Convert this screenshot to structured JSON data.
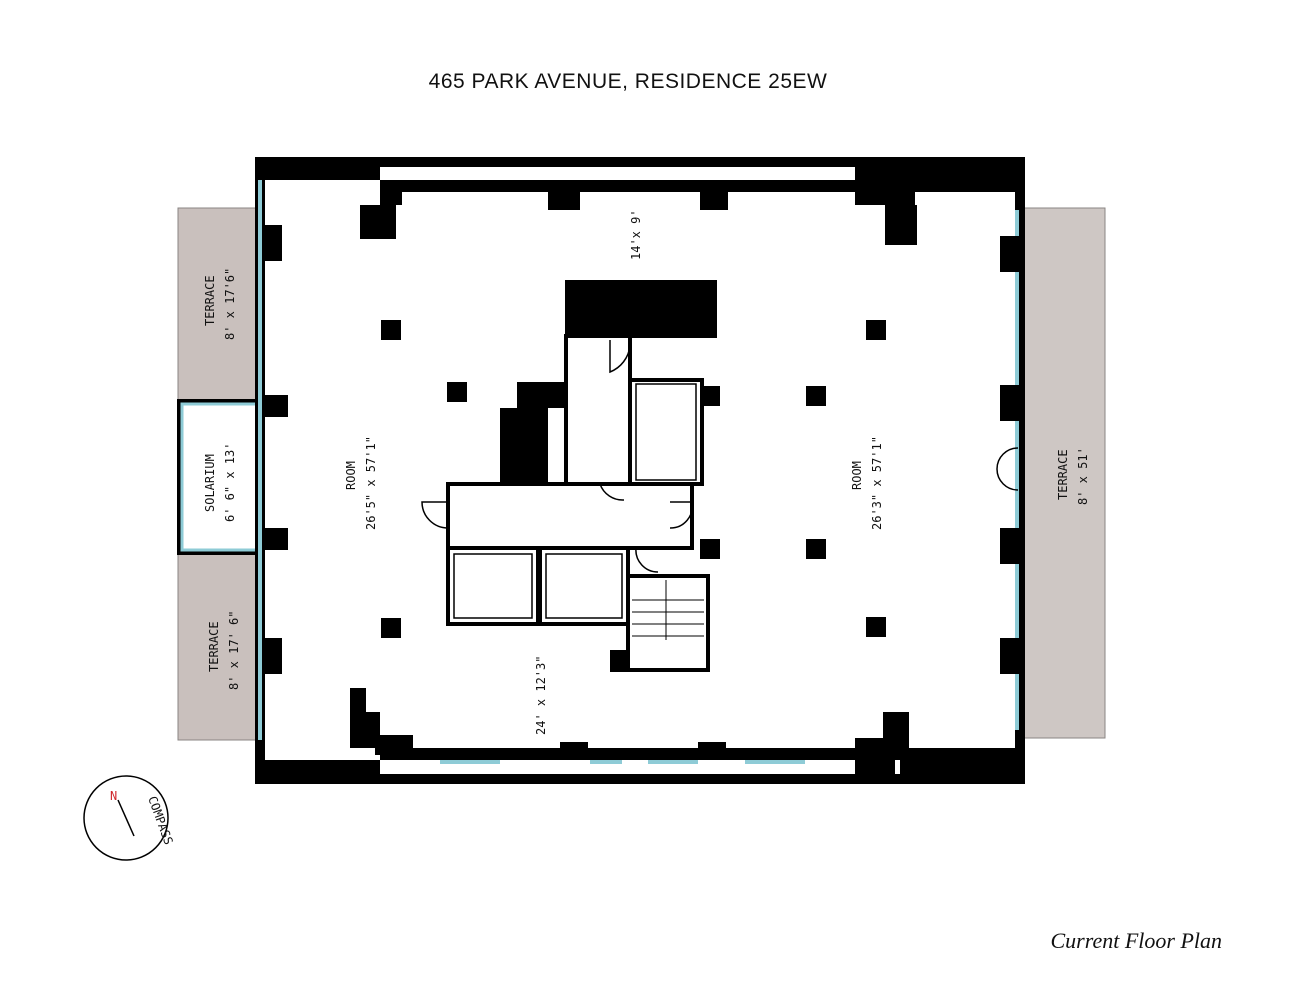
{
  "title": "465 PARK AVENUE, RESIDENCE 25EW",
  "caption": "Current Floor Plan",
  "colors": {
    "wall": "#000000",
    "window": "#8ecbd6",
    "terrace": "#c9c0bd",
    "compass_north": "#d0262b"
  },
  "rooms": {
    "room_west": {
      "name": "ROOM",
      "dims": "26'5\" x 57'1\""
    },
    "room_east": {
      "name": "ROOM",
      "dims": "26'3\" x 57'1\""
    },
    "north_space": {
      "dims": "14'x 9'"
    },
    "south_space": {
      "dims": "24' x 12'3\""
    },
    "solarium": {
      "name": "SOLARIUM",
      "dims": "6' 6\" x 13'"
    },
    "terrace_nw": {
      "name": "TERRACE",
      "dims": "8' x 17'6\""
    },
    "terrace_sw": {
      "name": "TERRACE",
      "dims": "8' x 17' 6\""
    },
    "terrace_east": {
      "name": "TERRACE",
      "dims": "8' x 51'"
    }
  },
  "compass": {
    "label": "COMPASS",
    "north": "N"
  }
}
